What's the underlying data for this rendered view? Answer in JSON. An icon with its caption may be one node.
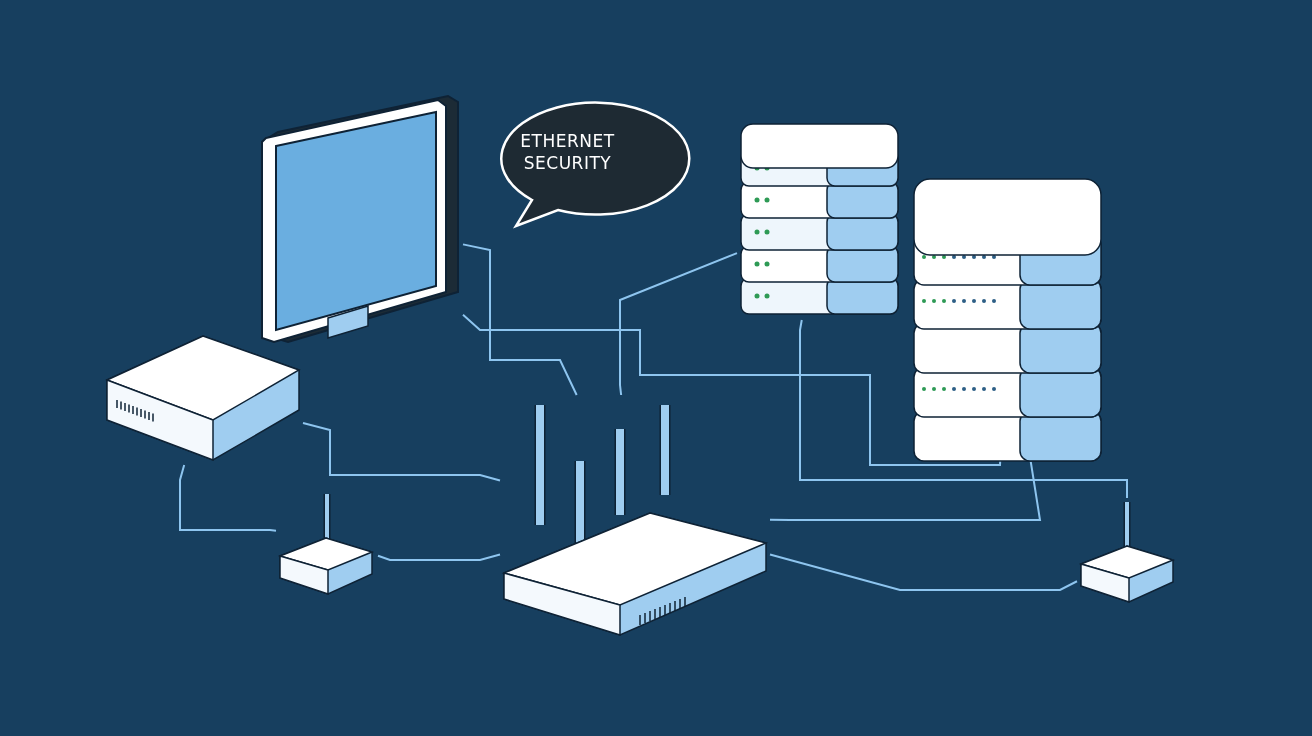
{
  "diagram": {
    "nodes": [
      {
        "text": [],
        "shape": "picture"
      },
      {
        "text": [
          "ETHERNET SECURITY"
        ]
      },
      {
        "text": [],
        "shape": "picture"
      },
      {
        "text": [],
        "shape": "picture"
      },
      {
        "text": [],
        "shape": "picture"
      },
      {
        "text": [],
        "shape": "picture"
      },
      {
        "text": [],
        "shape": "picture"
      },
      {
        "text": [],
        "shape": "picture"
      }
    ],
    "edges": [
      {
        "from": 0,
        "to": 6,
        "arrow": "none"
      },
      {
        "from": 0,
        "to": 3,
        "arrow": "none"
      },
      {
        "from": 4,
        "to": 6,
        "arrow": "none"
      },
      {
        "from": 4,
        "to": 5,
        "arrow": "none"
      },
      {
        "from": 5,
        "to": 6,
        "arrow": "none"
      },
      {
        "from": 2,
        "to": 6,
        "arrow": "none"
      },
      {
        "from": 2,
        "to": 7,
        "arrow": "none"
      },
      {
        "from": 6,
        "to": 7,
        "arrow": "none"
      },
      {
        "from": 3,
        "to": 6,
        "arrow": "none"
      }
    ]
  }
}
